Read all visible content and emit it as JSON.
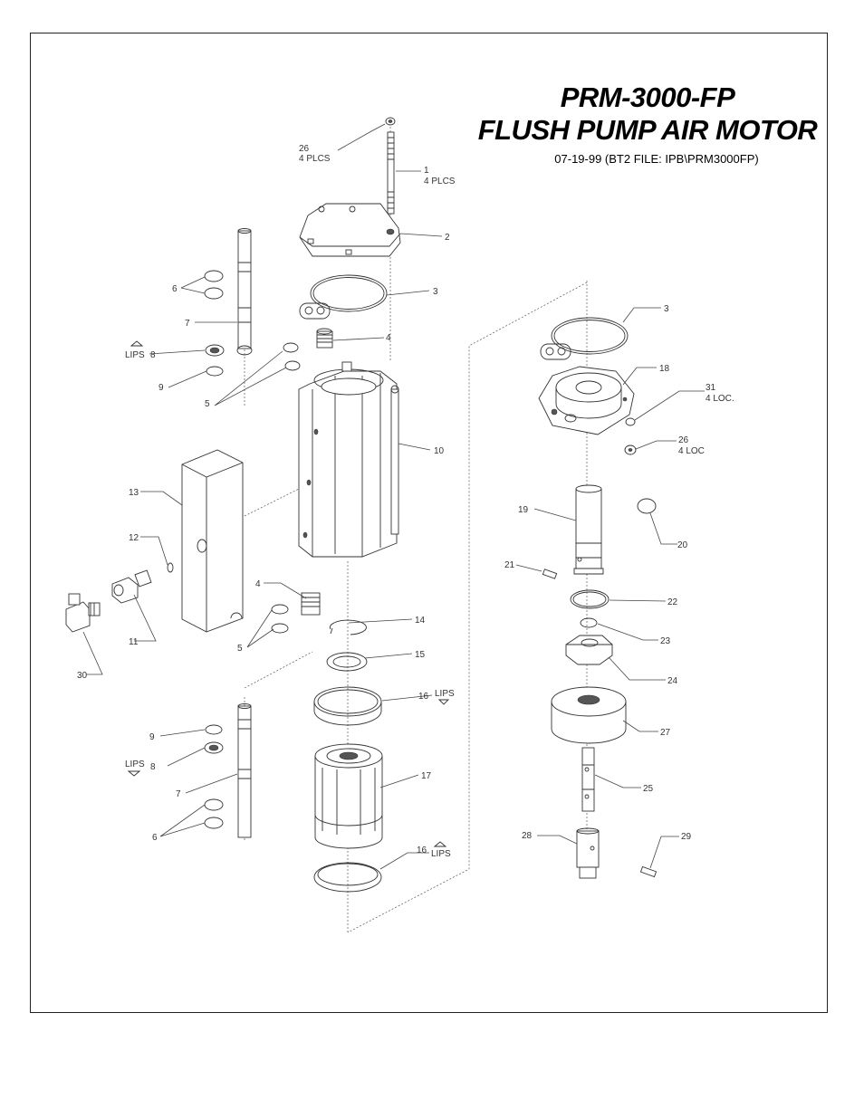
{
  "title": {
    "line1": "PRM-3000-FP",
    "line2": "FLUSH PUMP AIR MOTOR",
    "subtitle": "07-19-99 (BT2 FILE: IPB\\PRM3000FP)"
  },
  "callouts": {
    "c1": "1",
    "c1_note": "4 PLCS",
    "c2": "2",
    "c3a": "3",
    "c3b": "3",
    "c4a": "4",
    "c4b": "4",
    "c5a": "5",
    "c5b": "5",
    "c6a": "6",
    "c6b": "6",
    "c7a": "7",
    "c7b": "7",
    "c8a": "8",
    "c8b": "8",
    "c9a": "9",
    "c9b": "9",
    "c10": "10",
    "c11": "11",
    "c12": "12",
    "c13": "13",
    "c14": "14",
    "c15": "15",
    "c16a": "16",
    "c16b": "16",
    "c17": "17",
    "c18": "18",
    "c19": "19",
    "c20": "20",
    "c21": "21",
    "c22": "22",
    "c23": "23",
    "c24": "24",
    "c25": "25",
    "c26a": "26",
    "c26a_note": "4 PLCS",
    "c26b": "26",
    "c26b_note": "4 LOC",
    "c27": "27",
    "c28": "28",
    "c29": "29",
    "c30": "30",
    "c31": "31",
    "c31_note": "4 LOC.",
    "lips": "LIPS"
  }
}
